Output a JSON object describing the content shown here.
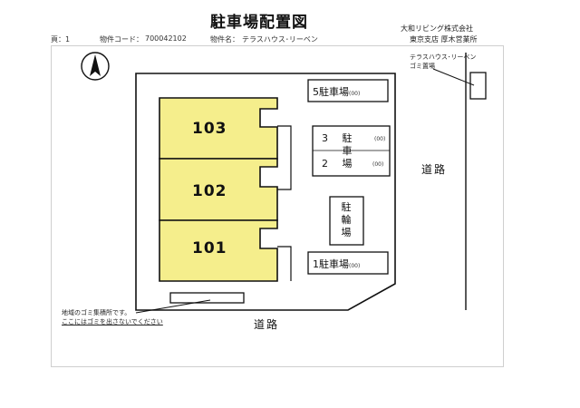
{
  "header": {
    "title": "駐車場配置図",
    "page_label": "頁：1",
    "property_code_label": "物件コード：",
    "property_code": "700042102",
    "property_name_label": "物件名：",
    "property_name": "テラスハウス･リーベン",
    "company_name": "大和リビング株式会社",
    "company_office": "東京支店 厚木営業所"
  },
  "site": {
    "units": [
      {
        "label": "103"
      },
      {
        "label": "102"
      },
      {
        "label": "101"
      }
    ],
    "parking": [
      {
        "number": "5",
        "text": "駐車場",
        "suffix": "(00)"
      },
      {
        "number": "3",
        "suffix": "(00)"
      },
      {
        "number": "2",
        "suffix": "(00)"
      },
      {
        "number": "1",
        "text": "駐車場",
        "suffix": "(00)"
      }
    ],
    "parking_pair_chars": [
      "駐",
      "車",
      "場"
    ],
    "bike_parking_chars": [
      "駐",
      "輪",
      "場"
    ],
    "roads": {
      "right": "道路",
      "bottom": "道路"
    },
    "garbage_label_line1": "テラスハウス･リーベン",
    "garbage_label_line2": "ゴミ置場",
    "note_line1": "地域のゴミ集積所です。",
    "note_line2": "ここにはゴミを出さないでください"
  },
  "colors": {
    "unit_fill": "#f5ee8c",
    "line": "#111111"
  }
}
